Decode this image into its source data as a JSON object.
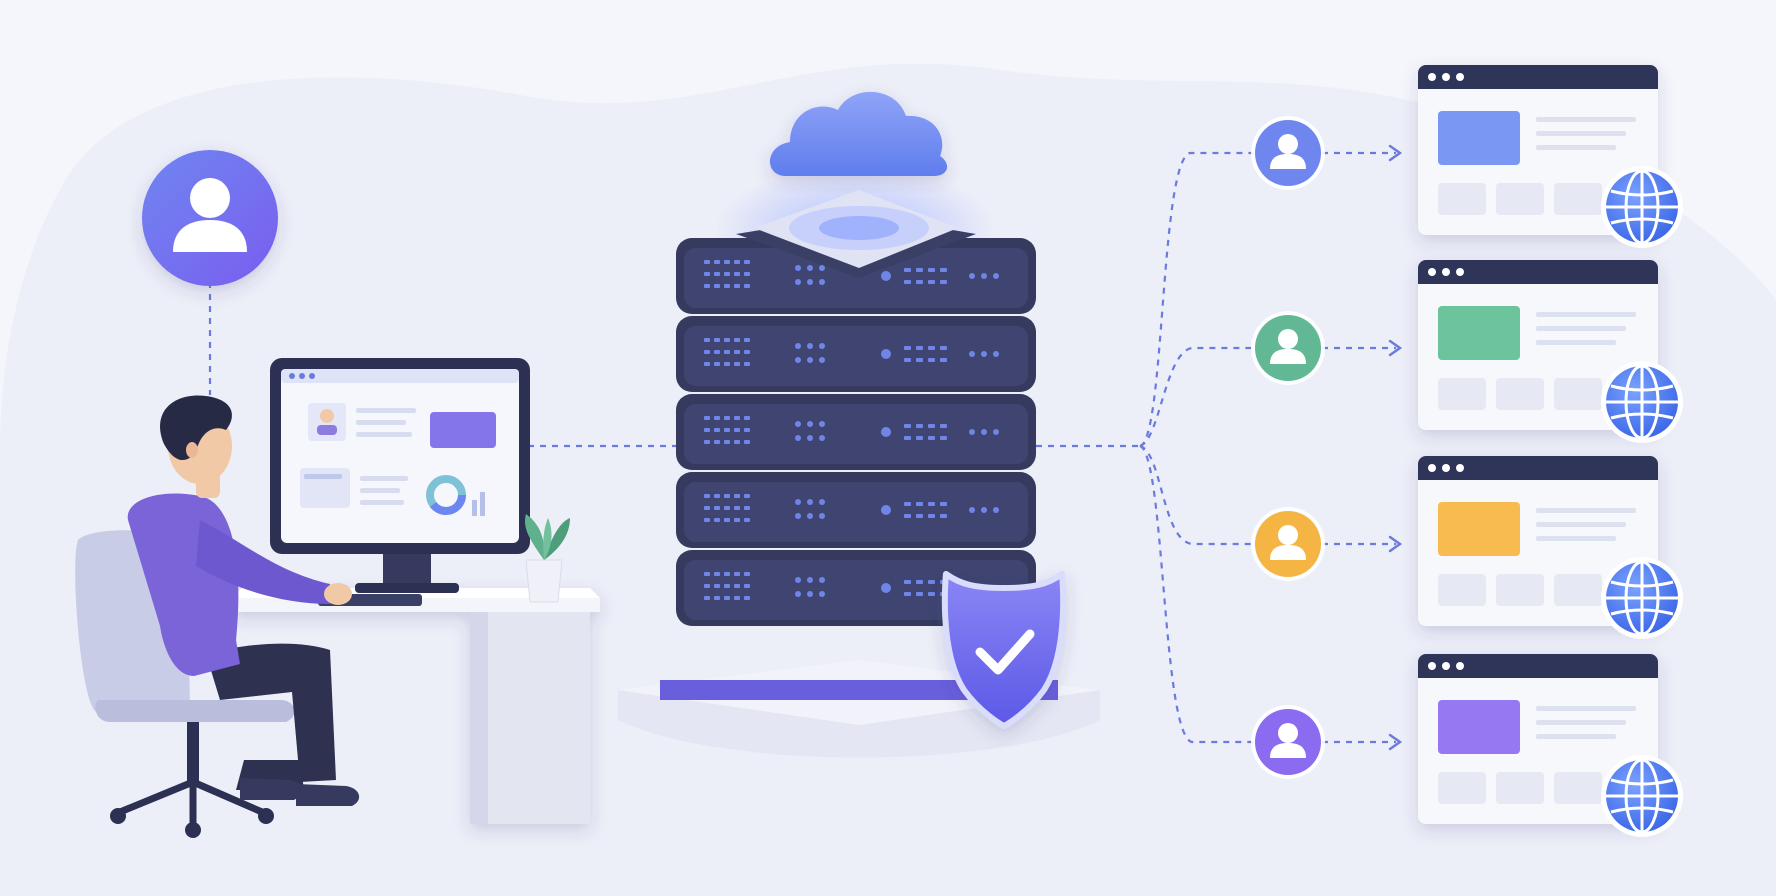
{
  "colors": {
    "background": "#f5f6fb",
    "blob": "#eceef8",
    "accent_blue": "#6c86f2",
    "accent_purple": "#7c5cf0",
    "server_dark": "#353a5e",
    "server_face": "#3f4570",
    "server_light": "#6f86e8",
    "connector": "#6b7bdc",
    "shield": "#6f6ff0",
    "globe": "#4d7ff0",
    "desk": "#e9eaf4",
    "chair": "#c8cce6",
    "shirt": "#7a64d8",
    "hair": "#262a44",
    "skin": "#f2c9a6",
    "pants": "#2e3150"
  },
  "icons": {
    "user_main": "user-avatar-icon",
    "cloud": "cloud-icon",
    "shield": "shield-check-icon",
    "globe": "globe-icon",
    "plant": "potted-plant-icon"
  },
  "sites": [
    {
      "id": "site-1",
      "avatar_color": "#6f86ee",
      "block_color": "#7a97f4"
    },
    {
      "id": "site-2",
      "avatar_color": "#62b894",
      "block_color": "#6cc49d"
    },
    {
      "id": "site-3",
      "avatar_color": "#f4b545",
      "block_color": "#f7bb4f"
    },
    {
      "id": "site-4",
      "avatar_color": "#8b6cf0",
      "block_color": "#9579f2"
    }
  ]
}
